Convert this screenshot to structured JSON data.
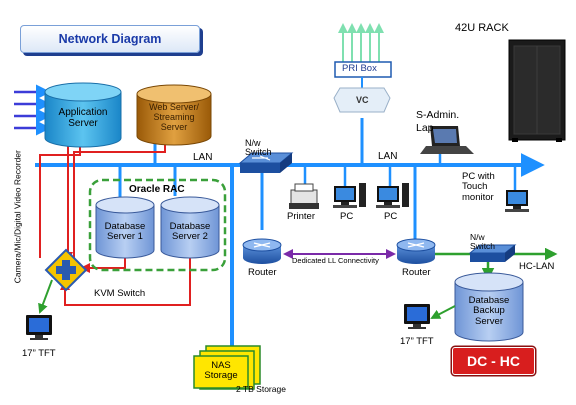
{
  "title": "Network Diagram",
  "rack_label": "42U RACK",
  "pri_box": "PRI Box",
  "vc_label": "VC",
  "sadmin_label": "S-Admin.",
  "sadmin_label2": "Lap",
  "app_server": [
    "Application",
    "Server"
  ],
  "web_server": [
    "Web Server/",
    "Streaming",
    "Server"
  ],
  "lan_labels": [
    "LAN",
    "LAN"
  ],
  "nw_switch_top": [
    "N/w",
    "Switch"
  ],
  "oracle_rac": "Oracle RAC",
  "db1": [
    "Database",
    "Server 1"
  ],
  "db2": [
    "Database",
    "Server 2"
  ],
  "printer_label": "Printer",
  "pc_labels": [
    "PC",
    "PC"
  ],
  "touch_pc": [
    "PC with",
    "Touch",
    "monitor"
  ],
  "router_labels": [
    "Router",
    "Router"
  ],
  "link_label": "Dedicated LL Connectivity",
  "nw_switch_right": [
    "N/w",
    "Switch"
  ],
  "hc_lan": "HC-LAN",
  "backup_server": [
    "Database",
    "Backup",
    "Server"
  ],
  "kvm_switch": "KVM  Switch",
  "tft_labels": [
    "17” TFT",
    "17” TFT"
  ],
  "nas": [
    "NAS",
    "Storage"
  ],
  "storage_label": "2 TB Storage",
  "dchc": "DC - HC",
  "camera_label": "Camera/Mic/Digital Video Recorder",
  "colors": {
    "lan": "#1e90ff",
    "kvm_link": "#e02020",
    "db_cylinder": "#8fb3e8",
    "app_cylinder": "#29a4e0",
    "web_cylinder": "#c07a14",
    "rac_border": "#3aa03a",
    "green_link": "#2ea02e",
    "dc_hc": "#d81e1e",
    "nas": "#ffe600",
    "title_text": "#1a3aa8"
  }
}
